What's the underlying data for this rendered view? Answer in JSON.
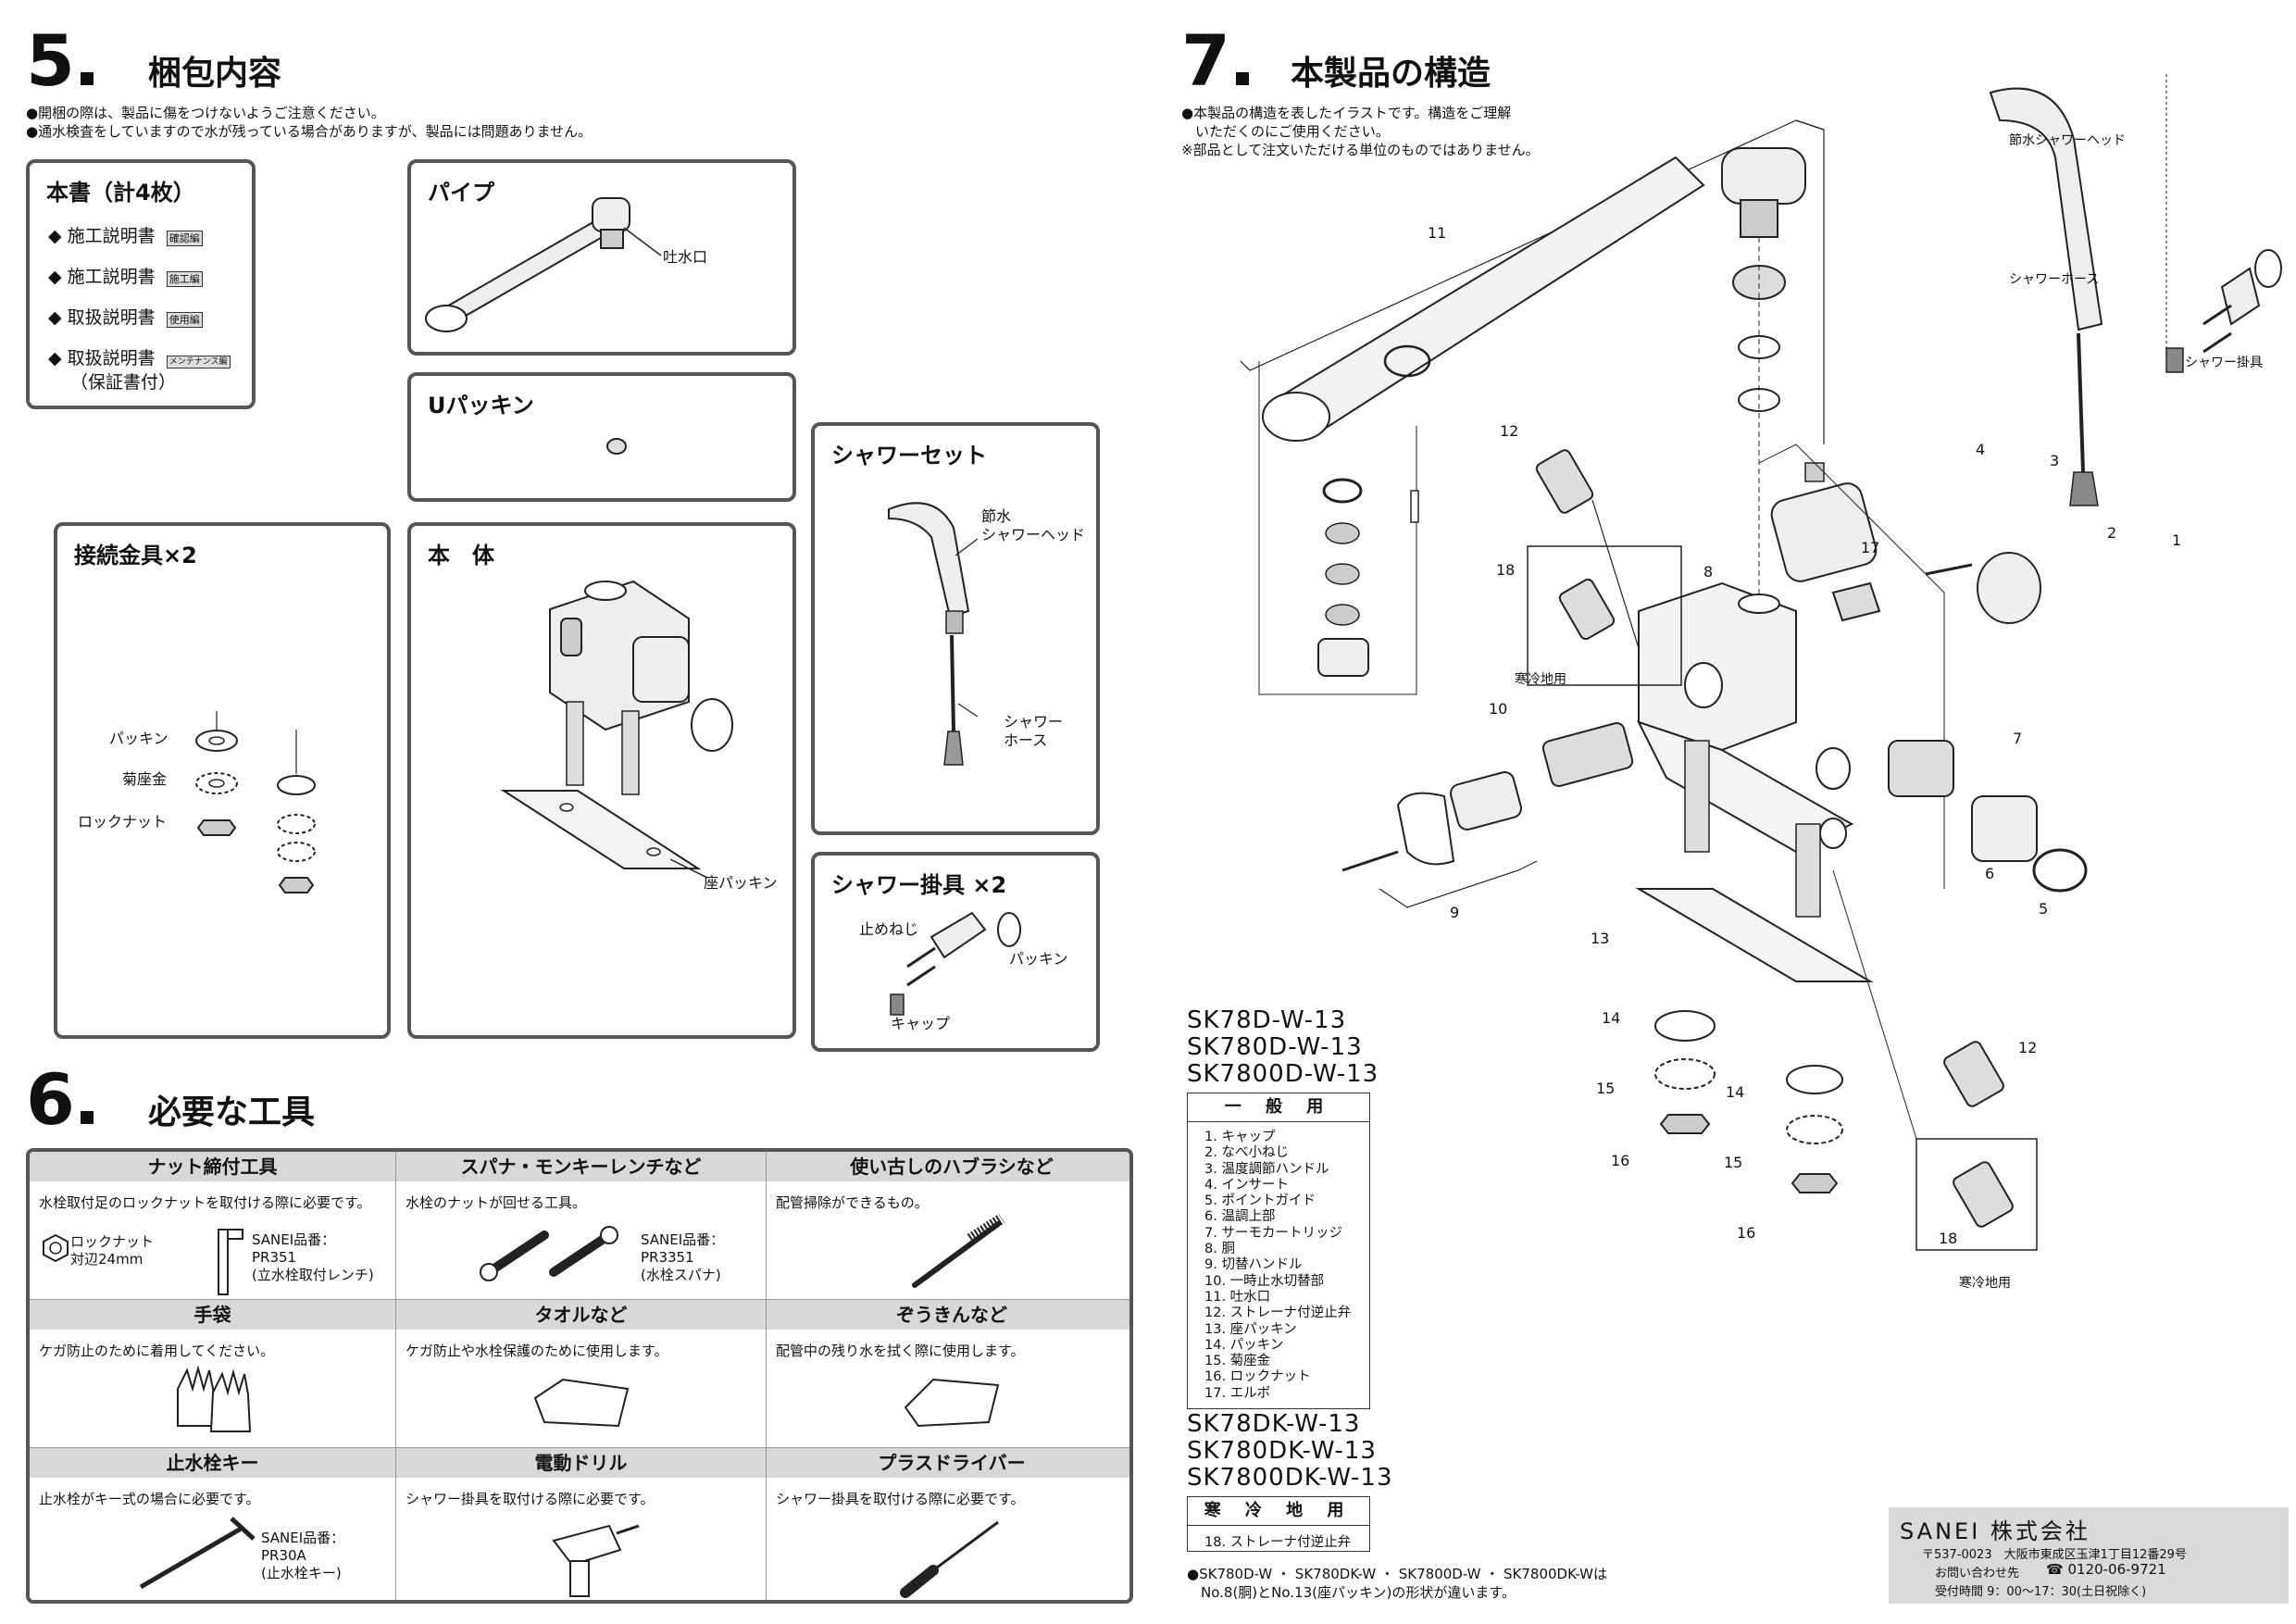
{
  "section5": {
    "num": "5",
    "title": "梱包内容",
    "notes": [
      "●開梱の際は、製品に傷をつけないようご注意ください。",
      "●通水検査をしていますので水が残っている場合がありますが、製品には問題ありません。"
    ],
    "docs": {
      "title": "本書（計4枚）",
      "items": [
        {
          "label": "◆ 施工説明書",
          "tag": "確認編"
        },
        {
          "label": "◆ 施工説明書",
          "tag": "施工編"
        },
        {
          "label": "◆ 取扱説明書",
          "tag": "使用編"
        },
        {
          "label": "◆ 取扱説明書",
          "tag": "メンテナンス編"
        }
      ],
      "sub": "（保証書付）"
    },
    "pipe": {
      "title": "パイプ",
      "label": "吐水口"
    },
    "upacking": {
      "title": "Uパッキン"
    },
    "body": {
      "title": "本　体",
      "label": "座パッキン"
    },
    "fittings": {
      "title": "接続金具×2",
      "labels": [
        "パッキン",
        "菊座金",
        "ロックナット"
      ]
    },
    "shower_set": {
      "title": "シャワーセット",
      "label_head": "節水\nシャワーヘッド",
      "label_hose": "シャワー\nホース"
    },
    "shower_hanger": {
      "title": "シャワー掛具 ×2",
      "label_screw": "止めねじ",
      "label_packing": "パッキン",
      "label_cap": "キャップ"
    }
  },
  "section6": {
    "num": "6",
    "title": "必要な工具",
    "tools": [
      {
        "header": "ナット締付工具",
        "desc": "水栓取付足のロックナットを取付ける際に必要です。",
        "note1": "ロックナット\n対辺24mm",
        "note2": "SANEI品番：\nPR351\n(立水栓取付レンチ)"
      },
      {
        "header": "スパナ・モンキーレンチなど",
        "desc": "水栓のナットが回せる工具。",
        "note2": "SANEI品番：\nPR3351\n(水栓スパナ)"
      },
      {
        "header": "使い古しのハブラシなど",
        "desc": "配管掃除ができるもの。"
      },
      {
        "header": "手袋",
        "desc": "ケガ防止のために着用してください。"
      },
      {
        "header": "タオルなど",
        "desc": "ケガ防止や水栓保護のために使用します。"
      },
      {
        "header": "ぞうきんなど",
        "desc": "配管中の残り水を拭く際に使用します。"
      },
      {
        "header": "止水栓キー",
        "desc": "止水栓がキー式の場合に必要です。",
        "note2": "SANEI品番：\nPR30A\n(止水栓キー)"
      },
      {
        "header": "電動ドリル",
        "desc": "シャワー掛具を取付ける際に必要です。"
      },
      {
        "header": "プラスドライバー",
        "desc": "シャワー掛具を取付ける際に必要です。"
      }
    ]
  },
  "section7": {
    "num": "7",
    "title": "本製品の構造",
    "notes": [
      "●本製品の構造を表したイラストです。構造をご理解",
      "　いただくのにご使用ください。",
      "※部品として注文いただける単位のものではありません。"
    ],
    "models_a": [
      "SK78D-W-13",
      "SK780D-W-13",
      "SK7800D-W-13"
    ],
    "list_a_head": "一 般 用",
    "parts": [
      "1.  キャップ",
      "2.  なべ小ねじ",
      "3.  温度調節ハンドル",
      "4.  インサート",
      "5.  ポイントガイド",
      "6.  温調上部",
      "7.  サーモカートリッジ",
      "8.  胴",
      "9.  切替ハンドル",
      "10.  一時止水切替部",
      "11.  吐水口",
      "12.  ストレーナ付逆止弁",
      "13.  座パッキン",
      "14.  パッキン",
      "15.  菊座金",
      "16.  ロックナット",
      "17.  エルボ"
    ],
    "models_b": [
      "SK78DK-W-13",
      "SK780DK-W-13",
      "SK7800DK-W-13"
    ],
    "list_b_head": "寒 冷 地 用",
    "parts_b": [
      "18.  ストレーナ付逆止弁"
    ],
    "footnote": [
      "●SK780D-W ・ SK780DK-W ・ SK7800D-W ・ SK7800DK-Wは",
      "　No.8(胴)とNo.13(座パッキン)の形状が違います。"
    ],
    "diagram_labels": {
      "head": "節水シャワーヘッド",
      "hose": "シャワーホース",
      "hanger": "シャワー掛具",
      "cold": "寒冷地用",
      "n1": "1",
      "n2": "2",
      "n3": "3",
      "n4": "4",
      "n5": "5",
      "n6": "6",
      "n7": "7",
      "n8": "8",
      "n9": "9",
      "n10": "10",
      "n11": "11",
      "n12": "12",
      "n13": "13",
      "n14": "14",
      "n15": "15",
      "n16": "16",
      "n17": "17",
      "n18": "18"
    }
  },
  "footer": {
    "company": "SANEI 株式会社",
    "address": "〒537-0023　大阪市東成区玉津1丁目12番29号",
    "contact_label": "お問い合わせ先",
    "phone": "☎ 0120-06-9721",
    "hours": "受付時間 9：00～17：30(土日祝除く)"
  }
}
